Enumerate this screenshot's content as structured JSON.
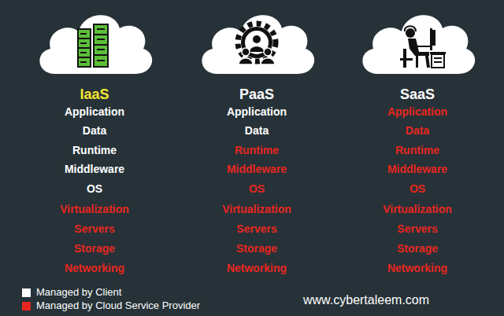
{
  "diagram": {
    "nodes": [
      {
        "text": [
          "IaaS"
        ]
      },
      {
        "text": [
          "PaaS"
        ]
      },
      {
        "text": [
          "SaaS"
        ]
      }
    ],
    "labels": [
      "Application",
      "Data",
      "Runtime",
      "Middleware",
      "OS",
      "Virtualization",
      "Servers",
      "Storage",
      "Networking",
      "Application",
      "Data",
      "Runtime",
      "Middleware",
      "OS",
      "Virtualization",
      "Servers",
      "Storage",
      "Networking",
      "Application",
      "Data",
      "Runtime",
      "Middleware",
      "OS",
      "Virtualization",
      "Servers",
      "Storage",
      "Networking",
      "www.cybertaleem.com"
    ],
    "legend": [
      {
        "text": "Managed by Client",
        "color": "#ffffff"
      },
      {
        "text": "Managed by Cloud Service Provider",
        "color": "#e8261f"
      }
    ]
  }
}
